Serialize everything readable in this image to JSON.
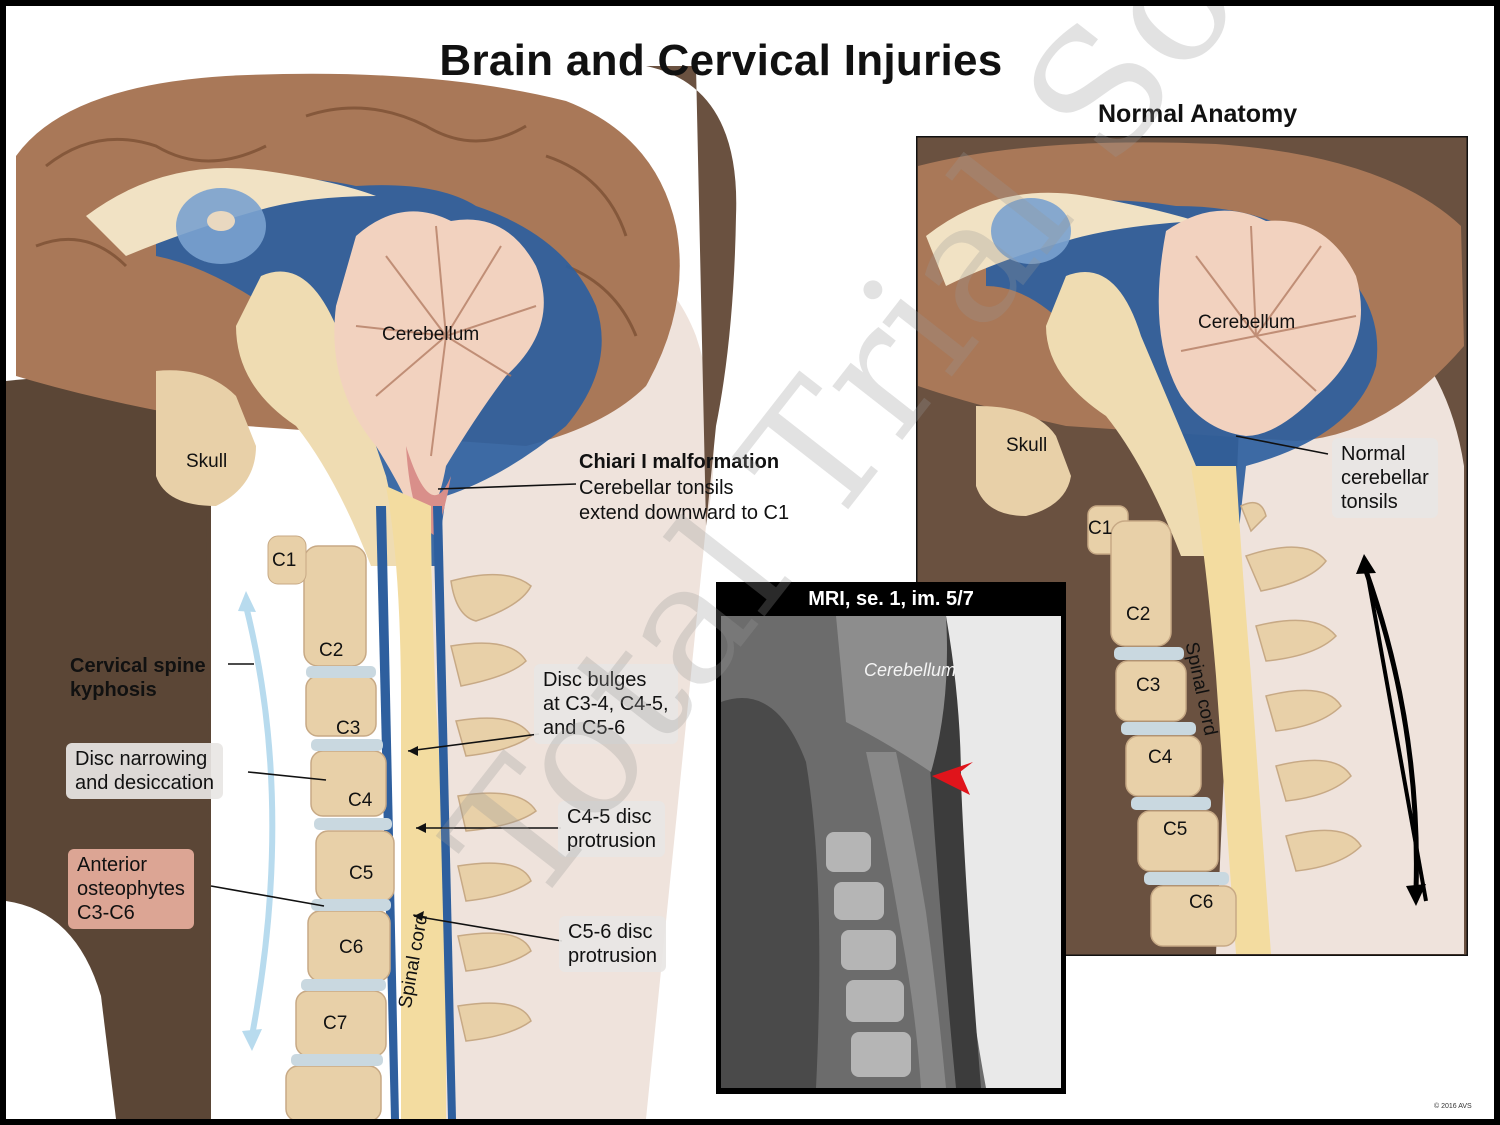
{
  "title": "Brain and Cervical Injuries",
  "normal_panel": {
    "title": "Normal Anatomy",
    "labels": {
      "cerebellum": "Cerebellum",
      "skull": "Skull",
      "spinal_cord": "Spinal cord",
      "c1": "C1",
      "c2": "C2",
      "c3": "C3",
      "c4": "C4",
      "c5": "C5",
      "c6": "C6",
      "tonsils": "Normal\ncerebellar\ntonsils"
    }
  },
  "injured_panel": {
    "labels": {
      "cerebellum": "Cerebellum",
      "skull": "Skull",
      "spinal_cord": "Spinal cord",
      "c1": "C1",
      "c2": "C2",
      "c3": "C3",
      "c4": "C4",
      "c5": "C5",
      "c6": "C6",
      "c7": "C7",
      "kyphosis": "Cervical spine\nkyphosis",
      "disc_narrowing": "Disc narrowing\nand desiccation",
      "osteophytes": "Anterior\nosteophytes\nC3-C6",
      "chiari_title": "Chiari I malformation",
      "chiari_desc": "Cerebellar tonsils\nextend downward to C1",
      "disc_bulges": "Disc bulges\nat C3-4, C4-5,\nand C5-6",
      "c45": "C4-5 disc\nprotrusion",
      "c56": "C5-6 disc\nprotrusion"
    }
  },
  "mri": {
    "header": "MRI, se. 1, im. 5/7",
    "cerebellum": "Cerebellum"
  },
  "watermark": "Total Trial Solutions",
  "copyright": "© 2016 AVS",
  "colors": {
    "csf_blue": "#2e5f9e",
    "brain": "#8a5a3a",
    "bone": "#e8d0a8",
    "background_tissue": "#5b4636",
    "cerebellum": "#f2d2bf",
    "cord": "#f3dca0",
    "red_arrow": "#e0141b"
  }
}
